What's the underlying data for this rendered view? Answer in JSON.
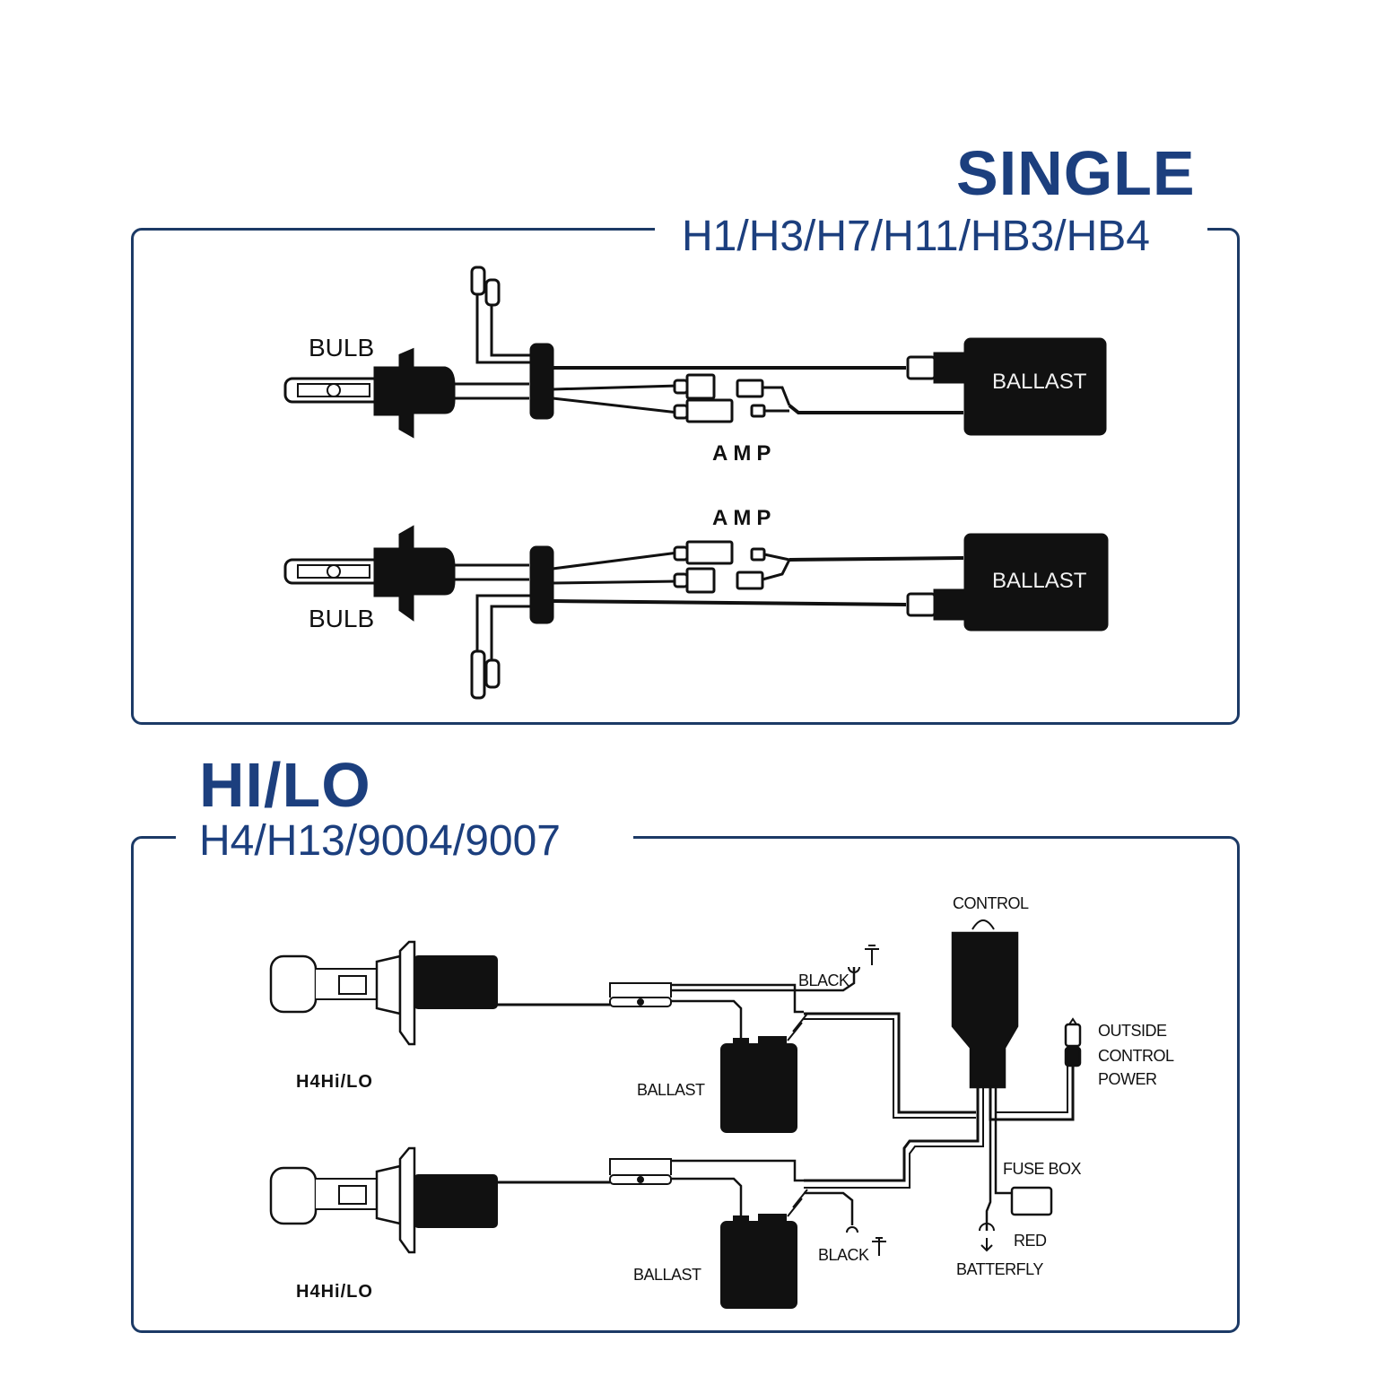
{
  "colors": {
    "accent": "#1c3f7e",
    "frame": "#1c3a66",
    "ink": "#111111"
  },
  "single": {
    "title": "SINGLE",
    "models": "H1/H3/H7/H11/HB3/HB4",
    "bulb_label": "BULB",
    "amp_label": "AMP",
    "ballast_label": "BALLAST"
  },
  "hilo": {
    "title": "HI/LO",
    "models": "H4/H13/9004/9007",
    "bulb_label": "H4Hi/LO",
    "ballast_label": "BALLAST",
    "black_label": "BLACK",
    "control_label": "CONTROL",
    "outside_power_lines": [
      "OUTSIDE",
      "CONTROL",
      "POWER"
    ],
    "fuse_box_label": "FUSE BOX",
    "red_label": "RED",
    "battery_label": "BATTERFLY"
  }
}
